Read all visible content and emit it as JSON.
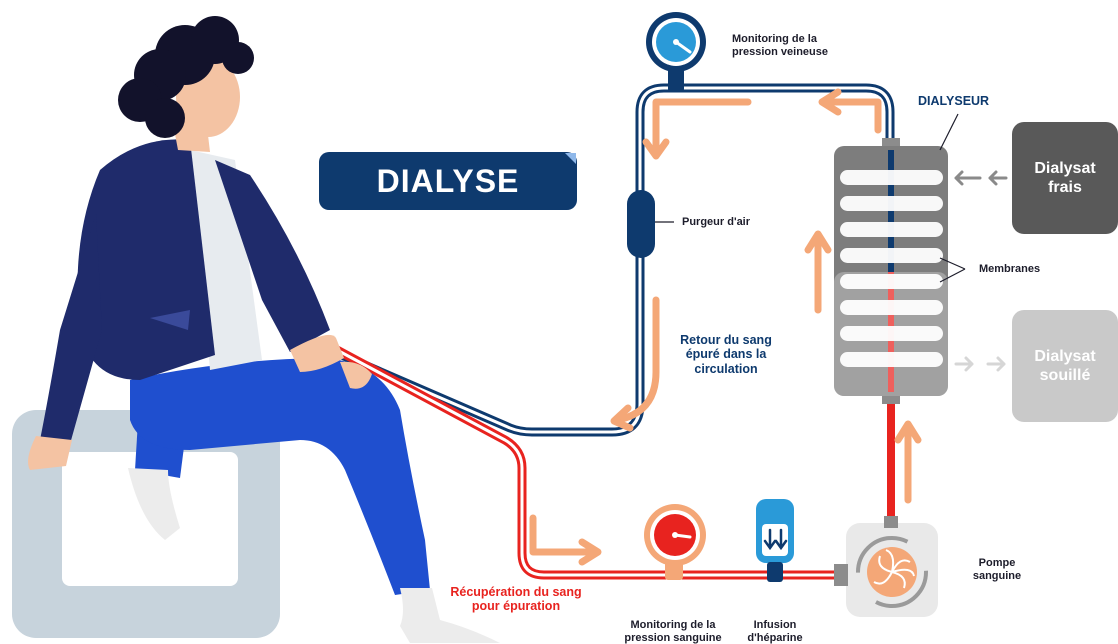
{
  "title": "DIALYSE",
  "labels": {
    "monitoring_veineuse": "Monitoring de la pression veineuse",
    "dialyseur": "DIALYSEUR",
    "purgeur": "Purgeur d'air",
    "membranes": "Membranes",
    "retour": "Retour du sang épuré dans la circulation",
    "recuperation": "Récupération du sang pour épuration",
    "monitoring_sanguine": "Monitoring de la pression sanguine",
    "infusion": "Infusion d'héparine",
    "pompe": "Pompe sanguine"
  },
  "boxes": {
    "dialysat_frais": "Dialysat frais",
    "dialysat_souille": "Dialysat souillé"
  },
  "colors": {
    "navy": "#0e3a6e",
    "red": "#e8231f",
    "orange_arrow": "#f4a777",
    "gauge_blue": "#2a9ad8",
    "dark_gray": "#595959",
    "light_gray": "#c9c9c9"
  }
}
